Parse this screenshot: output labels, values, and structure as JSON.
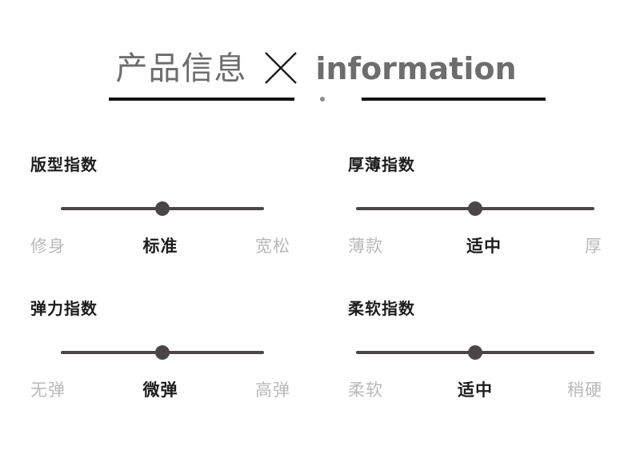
{
  "header": {
    "title_cn": "产品信息",
    "title_en": "information",
    "divider_icon": "cross-icon",
    "dot_icon": "dot-icon",
    "accent_color": "#111111",
    "title_color": "#6d6d6d"
  },
  "indices": [
    {
      "title": "版型指数",
      "value_index": 1,
      "handle_percent": 50,
      "labels": [
        "修身",
        "标准",
        "宽松"
      ]
    },
    {
      "title": "厚薄指数",
      "value_index": 1,
      "handle_percent": 50,
      "labels": [
        "薄款",
        "适中",
        "厚"
      ]
    },
    {
      "title": "弹力指数",
      "value_index": 1,
      "handle_percent": 50,
      "labels": [
        "无弹",
        "微弹",
        "高弹"
      ]
    },
    {
      "title": "柔软指数",
      "value_index": 1,
      "handle_percent": 50,
      "labels": [
        "柔软",
        "适中",
        "稍硬"
      ]
    }
  ],
  "colors": {
    "track": "#4a4546",
    "label_inactive": "#b9b9b9",
    "label_active": "#1d1d1d",
    "background": "#ffffff"
  }
}
